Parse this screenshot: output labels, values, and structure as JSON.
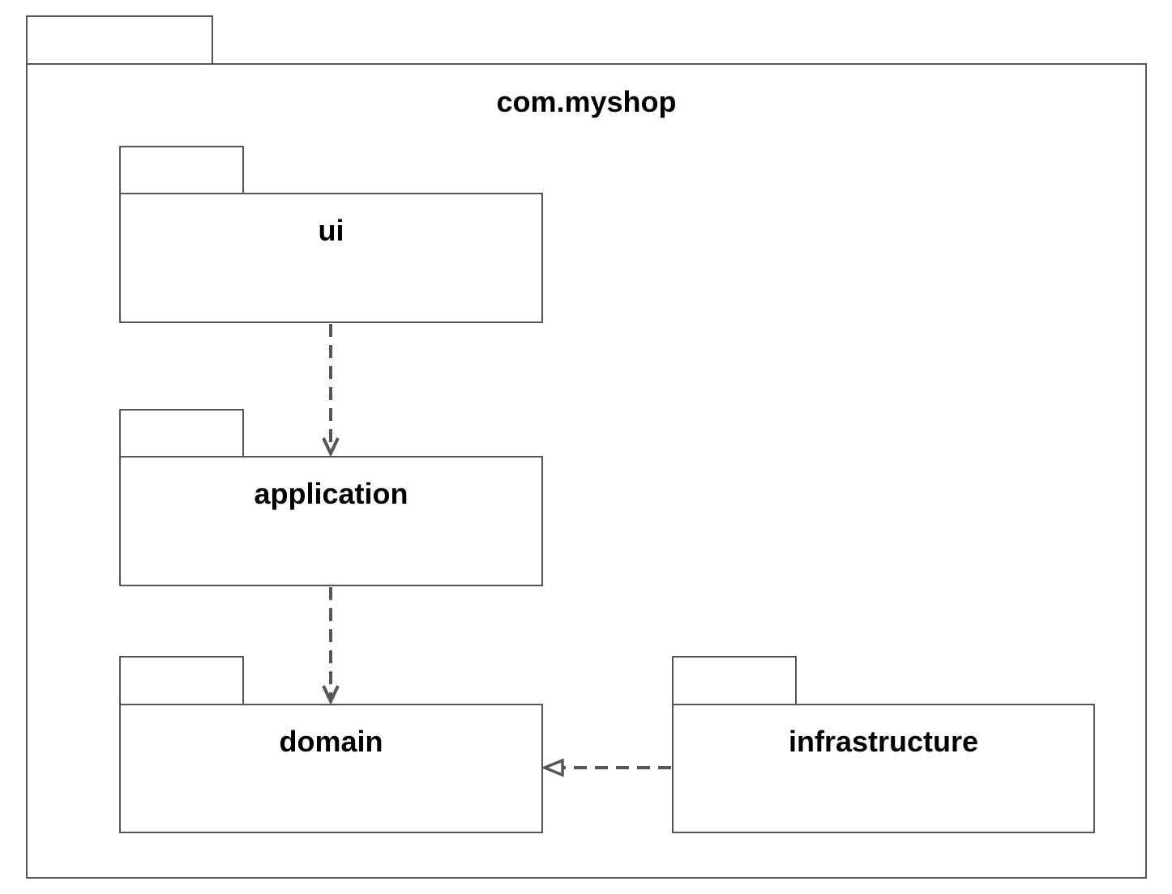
{
  "diagram": {
    "type": "uml-package-diagram",
    "stroke_color": "#555555",
    "container": {
      "name": "com.myshop"
    },
    "packages": [
      {
        "id": "ui",
        "name": "ui"
      },
      {
        "id": "application",
        "name": "application"
      },
      {
        "id": "domain",
        "name": "domain"
      },
      {
        "id": "infrastructure",
        "name": "infrastructure"
      }
    ],
    "dependencies": [
      {
        "from": "ui",
        "to": "application",
        "style": "dashed",
        "arrowhead": "open"
      },
      {
        "from": "application",
        "to": "domain",
        "style": "dashed",
        "arrowhead": "open"
      },
      {
        "from": "infrastructure",
        "to": "domain",
        "style": "dashed",
        "arrowhead": "hollow-triangle"
      }
    ]
  }
}
